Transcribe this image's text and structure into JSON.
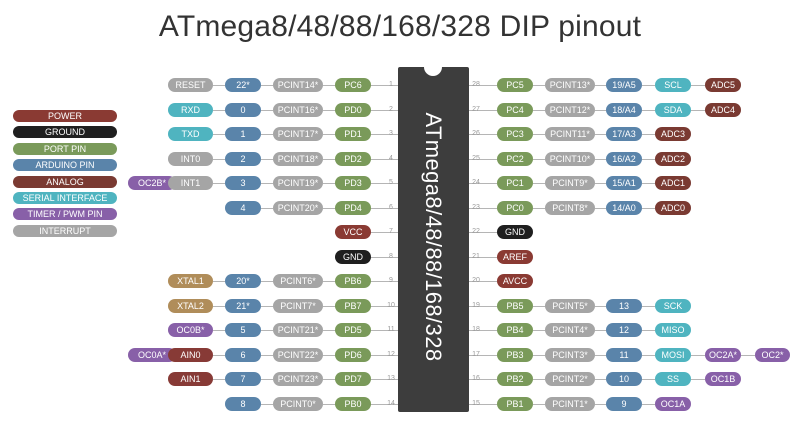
{
  "title": "ATmega8/48/88/168/328 DIP pinout",
  "chip_name": "ATmega8/48/88/168/328",
  "legend": [
    {
      "label": "POWER",
      "color": "#8a3a33"
    },
    {
      "label": "GROUND",
      "color": "#1f1f1f"
    },
    {
      "label": "PORT PIN",
      "color": "#7a9a5a"
    },
    {
      "label": "ARDUINO PIN",
      "color": "#5a84aa"
    },
    {
      "label": "ANALOG",
      "color": "#7a3a32"
    },
    {
      "label": "SERIAL INTERFACE",
      "color": "#4fb4c0"
    },
    {
      "label": "TIMER / PWM PIN",
      "color": "#8860a8"
    },
    {
      "label": "INTERRUPT",
      "color": "#a5a5a5"
    }
  ],
  "left_pins": [
    {
      "num": "1",
      "labels": [
        "RESET",
        "22*",
        "PCINT14*",
        "PC6"
      ]
    },
    {
      "num": "2",
      "labels": [
        "RXD",
        "0",
        "PCINT16*",
        "PD0"
      ]
    },
    {
      "num": "3",
      "labels": [
        "TXD",
        "1",
        "PCINT17*",
        "PD1"
      ]
    },
    {
      "num": "4",
      "labels": [
        "INT0",
        "2",
        "PCINT18*",
        "PD2"
      ]
    },
    {
      "num": "5",
      "labels": [
        "OC2B*",
        "INT1",
        "3",
        "PCINT19*",
        "PD3"
      ]
    },
    {
      "num": "6",
      "labels": [
        "4",
        "PCINT20*",
        "PD4"
      ]
    },
    {
      "num": "7",
      "labels": [
        "VCC"
      ]
    },
    {
      "num": "8",
      "labels": [
        "GND"
      ]
    },
    {
      "num": "9",
      "labels": [
        "XTAL1",
        "20*",
        "PCINT6*",
        "PB6"
      ]
    },
    {
      "num": "10",
      "labels": [
        "XTAL2",
        "21*",
        "PCINT7*",
        "PB7"
      ]
    },
    {
      "num": "11",
      "labels": [
        "OC0B*",
        "5",
        "PCINT21*",
        "PD5"
      ]
    },
    {
      "num": "12",
      "labels": [
        "OC0A*",
        "AIN0",
        "6",
        "PCINT22*",
        "PD6"
      ]
    },
    {
      "num": "13",
      "labels": [
        "AIN1",
        "7",
        "PCINT23*",
        "PD7"
      ]
    },
    {
      "num": "14",
      "labels": [
        "8",
        "PCINT0*",
        "PB0"
      ]
    }
  ],
  "right_pins": [
    {
      "num": "28",
      "labels": [
        "PC5",
        "PCINT13*",
        "19/A5",
        "SCL",
        "ADC5"
      ]
    },
    {
      "num": "27",
      "labels": [
        "PC4",
        "PCINT12*",
        "18/A4",
        "SDA",
        "ADC4"
      ]
    },
    {
      "num": "26",
      "labels": [
        "PC3",
        "PCINT11*",
        "17/A3",
        "ADC3"
      ]
    },
    {
      "num": "25",
      "labels": [
        "PC2",
        "PCINT10*",
        "16/A2",
        "ADC2"
      ]
    },
    {
      "num": "24",
      "labels": [
        "PC1",
        "PCINT9*",
        "15/A1",
        "ADC1"
      ]
    },
    {
      "num": "23",
      "labels": [
        "PC0",
        "PCINT8*",
        "14/A0",
        "ADC0"
      ]
    },
    {
      "num": "22",
      "labels": [
        "GND"
      ]
    },
    {
      "num": "21",
      "labels": [
        "AREF"
      ]
    },
    {
      "num": "20",
      "labels": [
        "AVCC"
      ]
    },
    {
      "num": "19",
      "labels": [
        "PB5",
        "PCINT5*",
        "13",
        "SCK"
      ]
    },
    {
      "num": "18",
      "labels": [
        "PB4",
        "PCINT4*",
        "12",
        "MISO"
      ]
    },
    {
      "num": "17",
      "labels": [
        "PB3",
        "PCINT3*",
        "11",
        "MOSI",
        "OC2A*",
        "OC2*"
      ]
    },
    {
      "num": "16",
      "labels": [
        "PB2",
        "PCINT2*",
        "10",
        "SS",
        "OC1B"
      ]
    },
    {
      "num": "15",
      "labels": [
        "PB1",
        "PCINT1*",
        "9",
        "OC1A"
      ]
    }
  ]
}
